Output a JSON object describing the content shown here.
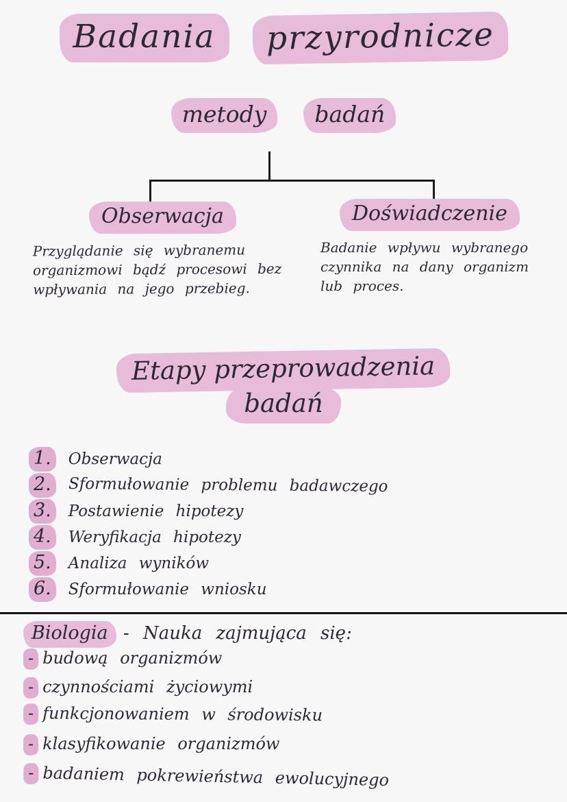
{
  "colors": {
    "highlight_pink": "#e7bcd8",
    "highlight_pink_dark": "#e0aecf",
    "ink": "#2e2835",
    "background": "#f8f7f8",
    "line_black": "#1d1b1e"
  },
  "title": {
    "word1": "Badania",
    "word2": "przyrodnicze"
  },
  "methods": {
    "word1": "metody",
    "word2": "badań"
  },
  "branches": {
    "left": {
      "heading": "Obserwacja",
      "description": "Przyglądanie się wybranemu organizmowi bądź procesowi bez wpływania na jego przebieg."
    },
    "right": {
      "heading": "Doświadczenie",
      "description": "Badanie wpływu wybranego czynnika na dany organizm lub proces."
    }
  },
  "stages": {
    "heading_line1": "Etapy przeprowadzenia",
    "heading_line2": "badań",
    "items": [
      {
        "num": "1.",
        "label": "Obserwacja"
      },
      {
        "num": "2.",
        "label": "Sformułowanie problemu badawczego"
      },
      {
        "num": "3.",
        "label": "Postawienie hipotezy"
      },
      {
        "num": "4.",
        "label": "Weryfikacja hipotezy"
      },
      {
        "num": "5.",
        "label": "Analiza wyników"
      },
      {
        "num": "6.",
        "label": "Sformułowanie wniosku"
      }
    ]
  },
  "biology": {
    "term": "Biologia",
    "intro": "- Nauka zajmująca się:",
    "bullets": [
      {
        "dash": "-",
        "label": "budową organizmów"
      },
      {
        "dash": "-",
        "label": "czynnościami życiowymi"
      },
      {
        "dash": "-",
        "label": "funkcjonowaniem w środowisku"
      },
      {
        "dash": "-",
        "label": "klasyfikowanie organizmów"
      },
      {
        "dash": "-",
        "label": "badaniem pokrewieństwa ewolucyjnego"
      }
    ]
  }
}
